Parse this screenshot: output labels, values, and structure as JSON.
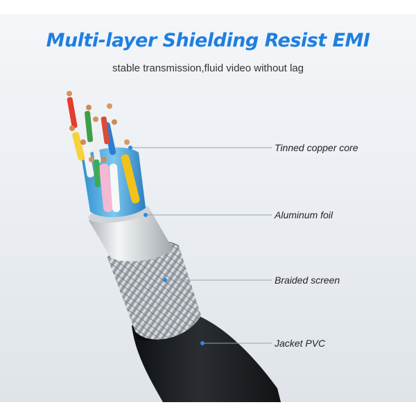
{
  "headline": "Multi-layer Shielding Resist EMI",
  "subline": "stable transmission,fluid video without lag",
  "callouts": [
    {
      "label": "Tinned copper core"
    },
    {
      "label": "Aluminum foil"
    },
    {
      "label": "Braided screen"
    },
    {
      "label": "Jacket PVC"
    }
  ],
  "colors": {
    "headline_blue": "#1f7fe0",
    "jacket_black": "#17191c",
    "braid_silver": "#b9bec4",
    "foil_silver": "#dfe3e7",
    "wire_insulation_blue": "#58b4e6"
  }
}
